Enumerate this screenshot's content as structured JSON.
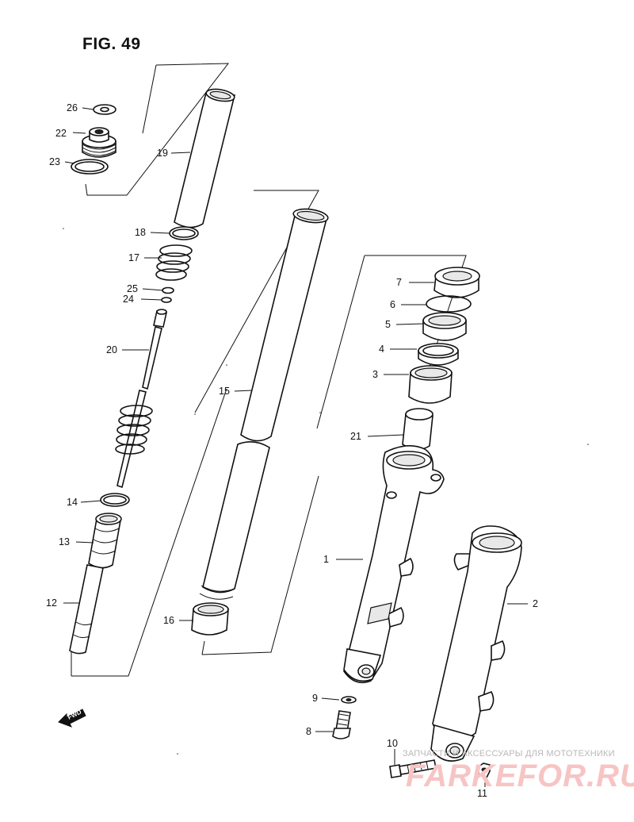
{
  "figure": {
    "title": "FIG. 49"
  },
  "direction_label": "FWD",
  "watermark": {
    "caption": "ЗАПЧАСТИ И АКСЕССУАРЫ ДЛЯ МОТОТЕХНИКИ",
    "logo": "FARKEFOR.RU"
  },
  "callouts": [
    {
      "id": "1",
      "label": "1"
    },
    {
      "id": "2",
      "label": "2"
    },
    {
      "id": "3",
      "label": "3"
    },
    {
      "id": "4",
      "label": "4"
    },
    {
      "id": "5",
      "label": "5"
    },
    {
      "id": "6",
      "label": "6"
    },
    {
      "id": "7",
      "label": "7"
    },
    {
      "id": "8",
      "label": "8"
    },
    {
      "id": "9",
      "label": "9"
    },
    {
      "id": "10",
      "label": "10"
    },
    {
      "id": "11",
      "label": "11"
    },
    {
      "id": "12",
      "label": "12"
    },
    {
      "id": "13",
      "label": "13"
    },
    {
      "id": "14",
      "label": "14"
    },
    {
      "id": "15",
      "label": "15"
    },
    {
      "id": "16",
      "label": "16"
    },
    {
      "id": "17",
      "label": "17"
    },
    {
      "id": "18",
      "label": "18"
    },
    {
      "id": "19",
      "label": "19"
    },
    {
      "id": "20",
      "label": "20"
    },
    {
      "id": "21",
      "label": "21"
    },
    {
      "id": "22",
      "label": "22"
    },
    {
      "id": "23",
      "label": "23"
    },
    {
      "id": "24",
      "label": "24"
    },
    {
      "id": "25",
      "label": "25"
    },
    {
      "id": "26",
      "label": "26"
    }
  ]
}
